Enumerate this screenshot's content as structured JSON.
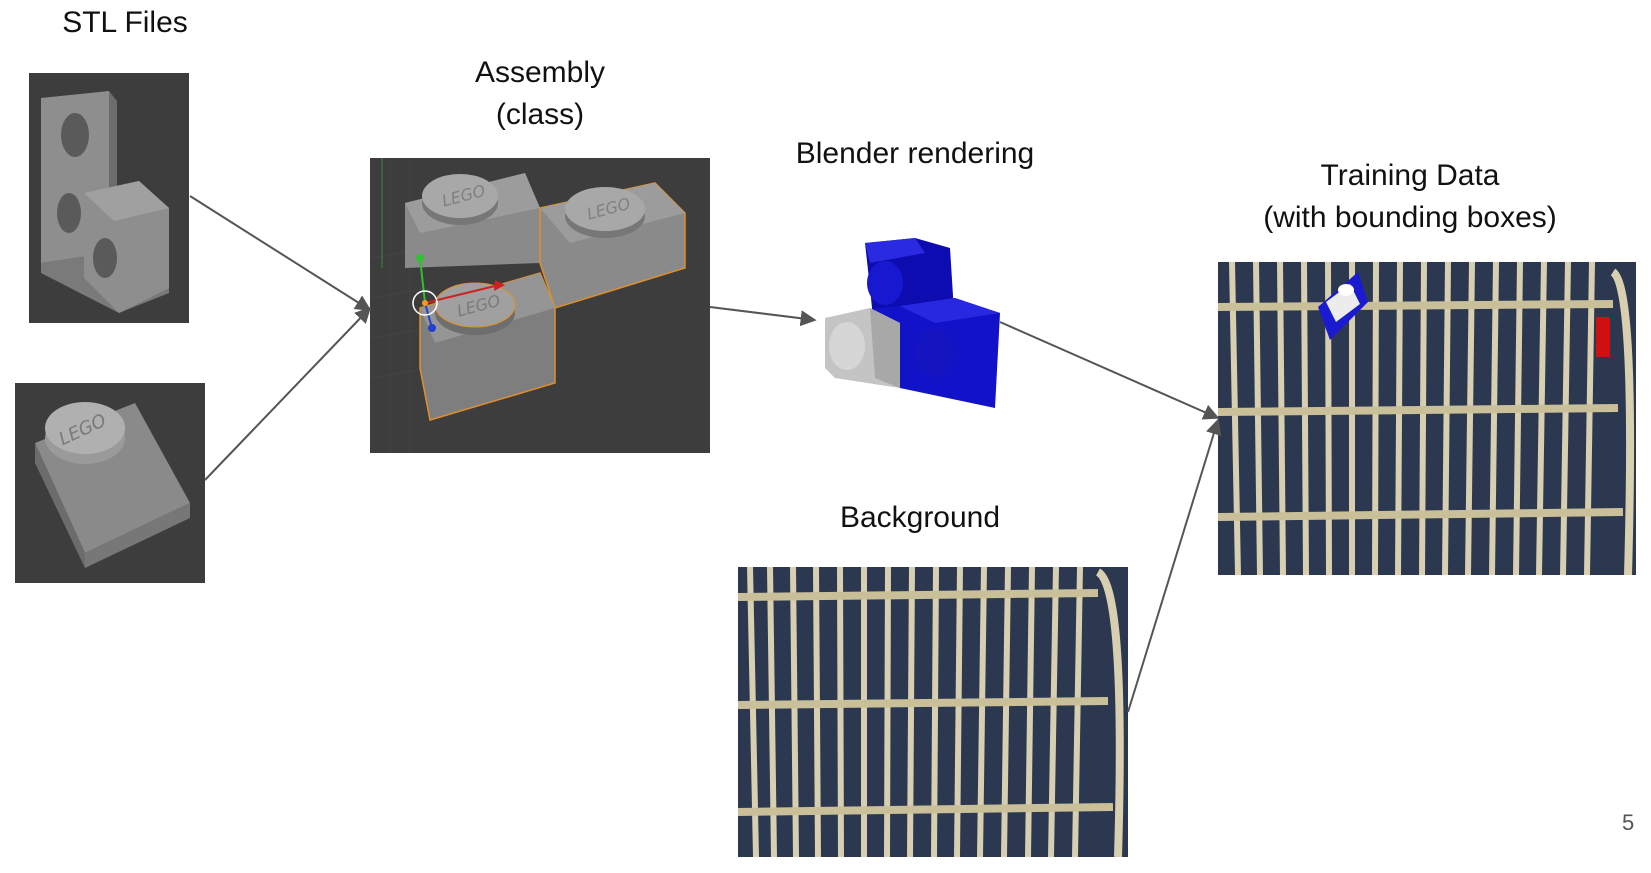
{
  "labels": {
    "stl_files": "STL Files",
    "assembly": "Assembly\n(class)",
    "blender_rendering": "Blender rendering",
    "background": "Background",
    "training_data": "Training Data\n(with bounding boxes)"
  },
  "brick_logo": "LEGO",
  "page_number": "5",
  "colors": {
    "viewport_bg": "#3d3d3d",
    "brick_gray": "#8a8a8a",
    "render_blue": "#1010c8",
    "render_gray": "#c8c8c8",
    "arrow": "#555555",
    "cane": "#d8cfb0",
    "background_dark": "#2b3850"
  }
}
